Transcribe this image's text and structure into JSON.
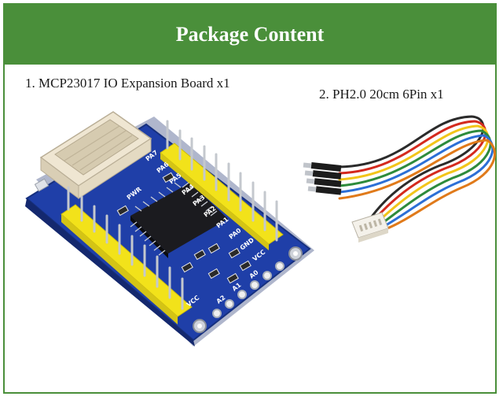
{
  "header": {
    "title": "Package Content"
  },
  "items": [
    {
      "label": "1. MCP23017 IO Expansion Board x1"
    },
    {
      "label": "2. PH2.0 20cm 6Pin x1"
    }
  ],
  "board": {
    "silk_labels": [
      "PA7",
      "PA6",
      "PA5",
      "PA4",
      "PA3",
      "PA2",
      "PA1",
      "PA0",
      "GND",
      "VCC",
      "PWR",
      "A2",
      "A1",
      "A0",
      "VCC"
    ]
  },
  "colors": {
    "header_bg": "#4a8f3a",
    "pcb_blue": "#1f3fa8",
    "pin_header_yellow": "#f2e21a",
    "cable_wires": [
      "#2b2b2b",
      "#d42a1e",
      "#f2c51a",
      "#2e8b3c",
      "#2c6fd6",
      "#e07a1a"
    ]
  },
  "icons": [
    "mcp23017-board-icon",
    "ph2-cable-icon"
  ]
}
